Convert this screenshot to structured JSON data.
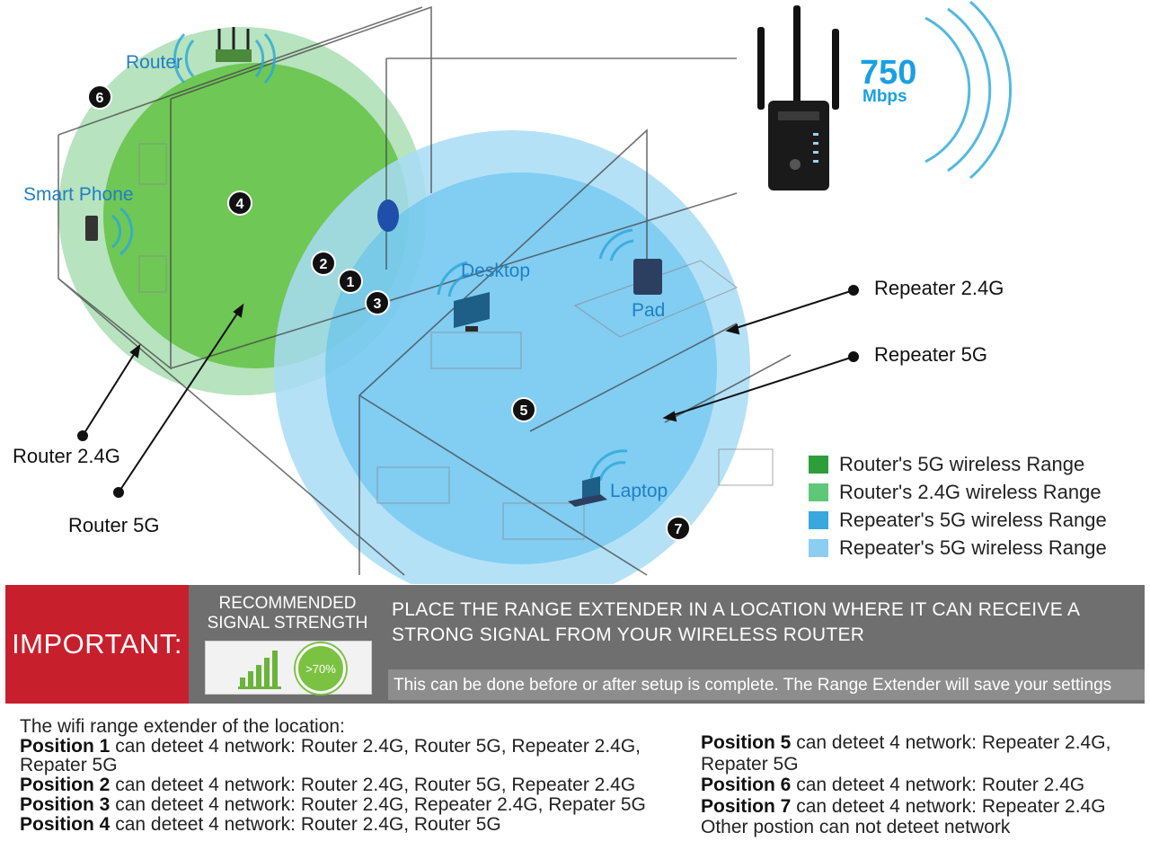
{
  "diagram": {
    "device_labels": {
      "router": "Router",
      "smart_phone": "Smart Phone",
      "desktop": "Desktop",
      "pad": "Pad",
      "laptop": "Laptop"
    },
    "speed": {
      "value": "750",
      "unit": "Mbps"
    },
    "position_markers": [
      "1",
      "2",
      "3",
      "4",
      "5",
      "6",
      "7"
    ],
    "callouts": {
      "router_24g": "Router 2.4G",
      "router_5g": "Router 5G",
      "repeater_24g": "Repeater 2.4G",
      "repeater_5g": "Repeater 5G"
    },
    "legend": [
      {
        "label": "Router's 5G wireless Range",
        "color": "#2e9e3a"
      },
      {
        "label": "Router's 2.4G wireless Range",
        "color": "#5fc878"
      },
      {
        "label": "Repeater's 5G wireless Range",
        "color": "#3aa7de"
      },
      {
        "label": "Repeater's 5G wireless Range",
        "color": "#8ccdf2"
      }
    ],
    "colors": {
      "router_5g": "#5dbf3c",
      "router_24g": "#9fd9a8",
      "repeater_5g": "#58bdef",
      "repeater_24g": "#a8dcf6"
    }
  },
  "banner": {
    "important": "IMPORTANT:",
    "recommended": "RECOMMENDED SIGNAL STRENGTH",
    "signal_percent": ">70%",
    "message": "PLACE THE RANGE EXTENDER IN A LOCATION WHERE IT CAN RECEIVE A STRONG SIGNAL FROM YOUR WIRELESS ROUTER",
    "sub_message": "This can be done before or after setup is complete. The Range Extender will save your settings"
  },
  "notes": {
    "intro": "The wifi range extender of the location:",
    "left": [
      {
        "position": "Position 1",
        "text": " can deteet 4 network: Router 2.4G, Router 5G, Repeater 2.4G, Repater 5G"
      },
      {
        "position": "Position 2",
        "text": " can deteet 4 network: Router 2.4G, Router 5G, Repeater 2.4G"
      },
      {
        "position": "Position 3",
        "text": " can deteet 4 network: Router 2.4G, Repeater 2.4G, Repater 5G"
      },
      {
        "position": "Position 4",
        "text": " can deteet 4 network: Router 2.4G, Router 5G"
      }
    ],
    "right": [
      {
        "position": "Position 5",
        "text": " can deteet 4 network: Repeater 2.4G, Repater 5G"
      },
      {
        "position": "Position 6",
        "text": " can deteet 4 network: Router 2.4G"
      },
      {
        "position": "Position 7",
        "text": " can deteet 4 network: Repeater 2.4G"
      }
    ],
    "other": "Other postion can not deteet network"
  }
}
